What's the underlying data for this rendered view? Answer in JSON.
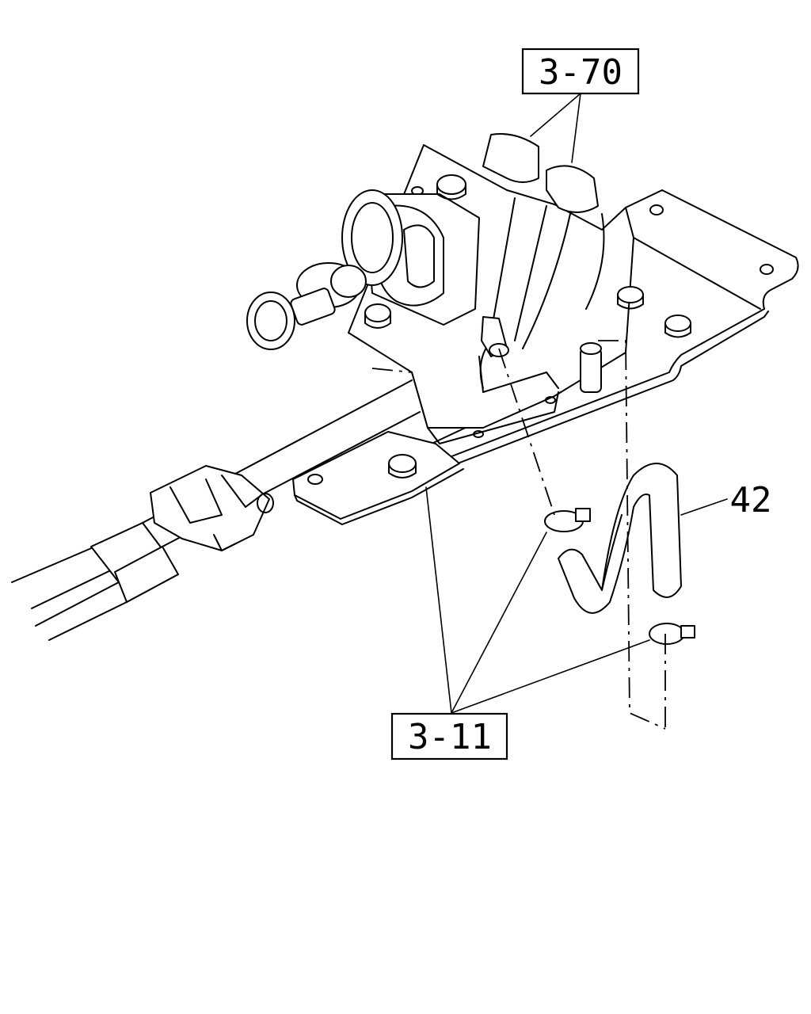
{
  "callouts": {
    "ref_top": "3-70",
    "ref_bottom": "3-11",
    "part_hose": "42"
  },
  "colors": {
    "line": "#000000",
    "background": "#ffffff"
  }
}
